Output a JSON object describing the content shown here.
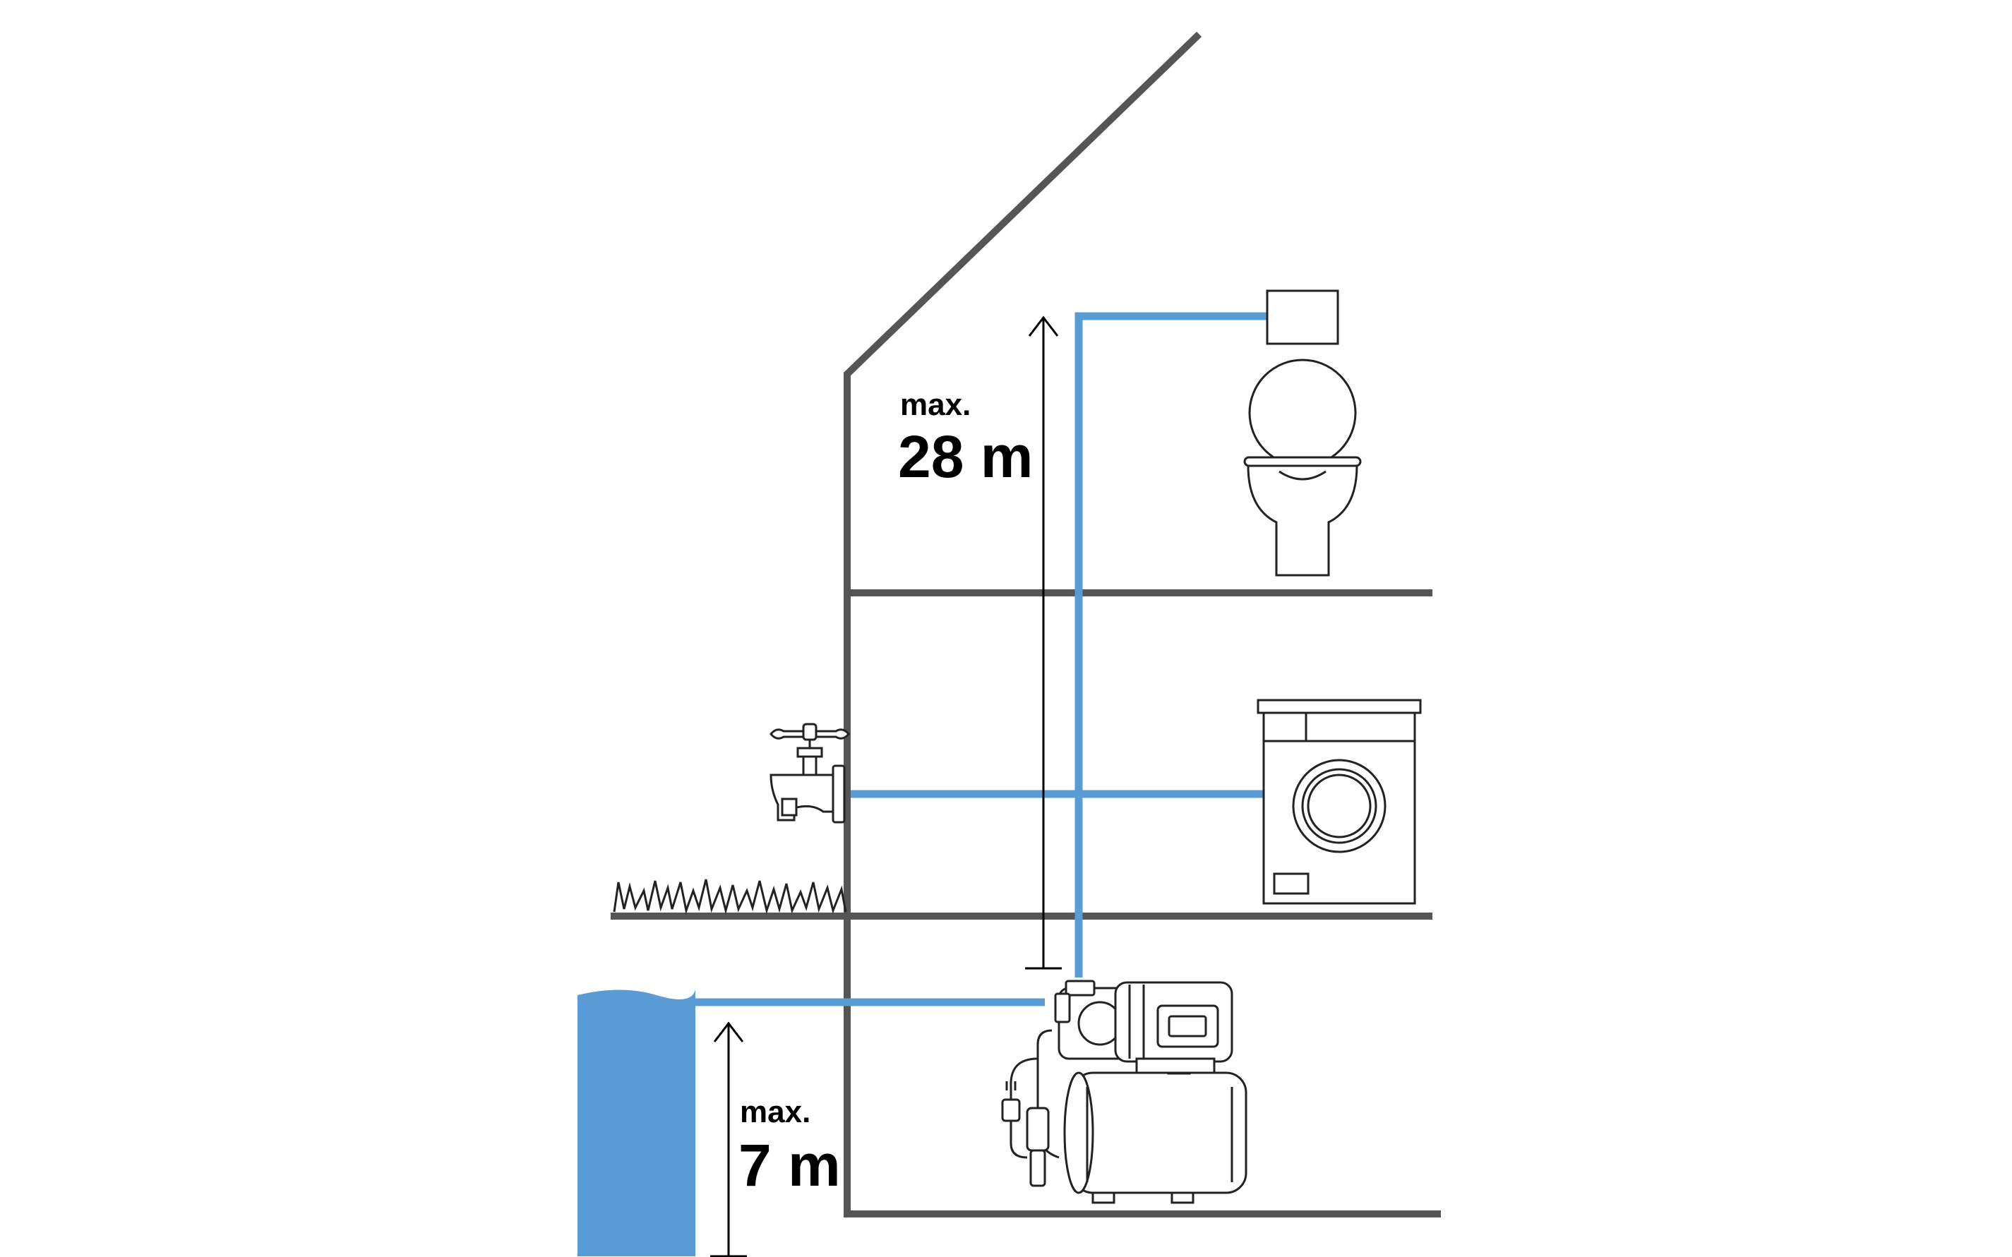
{
  "labels": {
    "upper_max": "max.",
    "upper_value": "28 m",
    "lower_max": "max.",
    "lower_value": "7 m"
  },
  "colors": {
    "water": "#5b9bd5",
    "walls": "#555555",
    "ink": "#222222"
  },
  "icons": [
    "toilet-icon",
    "washing-machine-icon",
    "garden-tap-icon",
    "grass-icon",
    "water-tank-icon",
    "pump-icon"
  ]
}
